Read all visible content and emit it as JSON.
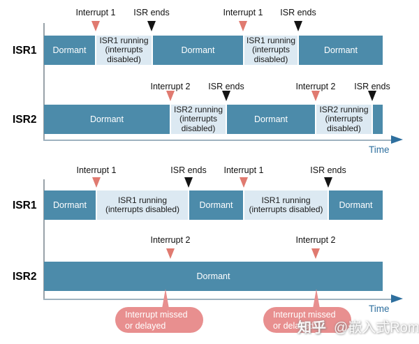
{
  "colors": {
    "bar_teal": "#4C8BAA",
    "segment_light": "#DCE9F2",
    "arrow_pink": "#E07A70",
    "arrow_black": "#141414",
    "bubble_pink": "#E88F8F",
    "axis_line": "#9FB2BF",
    "frame_line": "#98A2A8",
    "axis_arrow": "#2E6F9E",
    "time_text": "#2E6F9E"
  },
  "top_panel": {
    "isr1": {
      "label": "ISR1",
      "markers": [
        {
          "text": "Interrupt 1",
          "kind": "interrupt"
        },
        {
          "text": "ISR ends",
          "kind": "isr-end"
        },
        {
          "text": "Interrupt 1",
          "kind": "interrupt"
        },
        {
          "text": "ISR ends",
          "kind": "isr-end"
        }
      ],
      "segments": [
        {
          "text": "Dormant",
          "state": "dormant"
        },
        {
          "text": "ISR1 running\n(interrupts\ndisabled)",
          "state": "running"
        },
        {
          "text": "Dormant",
          "state": "dormant"
        },
        {
          "text": "ISR1 running\n(interrupts\ndisabled)",
          "state": "running"
        },
        {
          "text": "Dormant",
          "state": "dormant"
        }
      ]
    },
    "isr2": {
      "label": "ISR2",
      "markers": [
        {
          "text": "Interrupt 2",
          "kind": "interrupt"
        },
        {
          "text": "ISR ends",
          "kind": "isr-end"
        },
        {
          "text": "Interrupt 2",
          "kind": "interrupt"
        },
        {
          "text": "ISR ends",
          "kind": "isr-end"
        }
      ],
      "segments": [
        {
          "text": "Dormant",
          "state": "dormant"
        },
        {
          "text": "ISR2 running\n(interrupts\ndisabled)",
          "state": "running"
        },
        {
          "text": "Dormant",
          "state": "dormant"
        },
        {
          "text": "ISR2 running\n(interrupts\ndisabled)",
          "state": "running"
        },
        {
          "text": "",
          "state": "dormant"
        }
      ]
    },
    "time_label": "Time"
  },
  "bottom_panel": {
    "isr1": {
      "label": "ISR1",
      "markers": [
        {
          "text": "Interrupt 1",
          "kind": "interrupt"
        },
        {
          "text": "ISR ends",
          "kind": "isr-end"
        },
        {
          "text": "Interrupt 1",
          "kind": "interrupt"
        },
        {
          "text": "ISR ends",
          "kind": "isr-end"
        }
      ],
      "segments": [
        {
          "text": "Dormant",
          "state": "dormant"
        },
        {
          "text": "ISR1 running\n(interrupts disabled)",
          "state": "running"
        },
        {
          "text": "Dormant",
          "state": "dormant"
        },
        {
          "text": "ISR1 running\n(interrupts disabled)",
          "state": "running"
        },
        {
          "text": "Dormant",
          "state": "dormant"
        }
      ]
    },
    "isr2": {
      "label": "ISR2",
      "markers": [
        {
          "text": "Interrupt 2",
          "kind": "interrupt"
        },
        {
          "text": "Interrupt 2",
          "kind": "interrupt"
        }
      ],
      "segments": [
        {
          "text": "Dormant",
          "state": "dormant"
        }
      ]
    },
    "time_label": "Time",
    "callouts": [
      {
        "text": "Interrupt missed\nor delayed"
      },
      {
        "text": "Interrupt missed\nor delayed"
      }
    ]
  },
  "watermark": {
    "brand": "知乎",
    "handle": "@嵌入式Rom"
  }
}
